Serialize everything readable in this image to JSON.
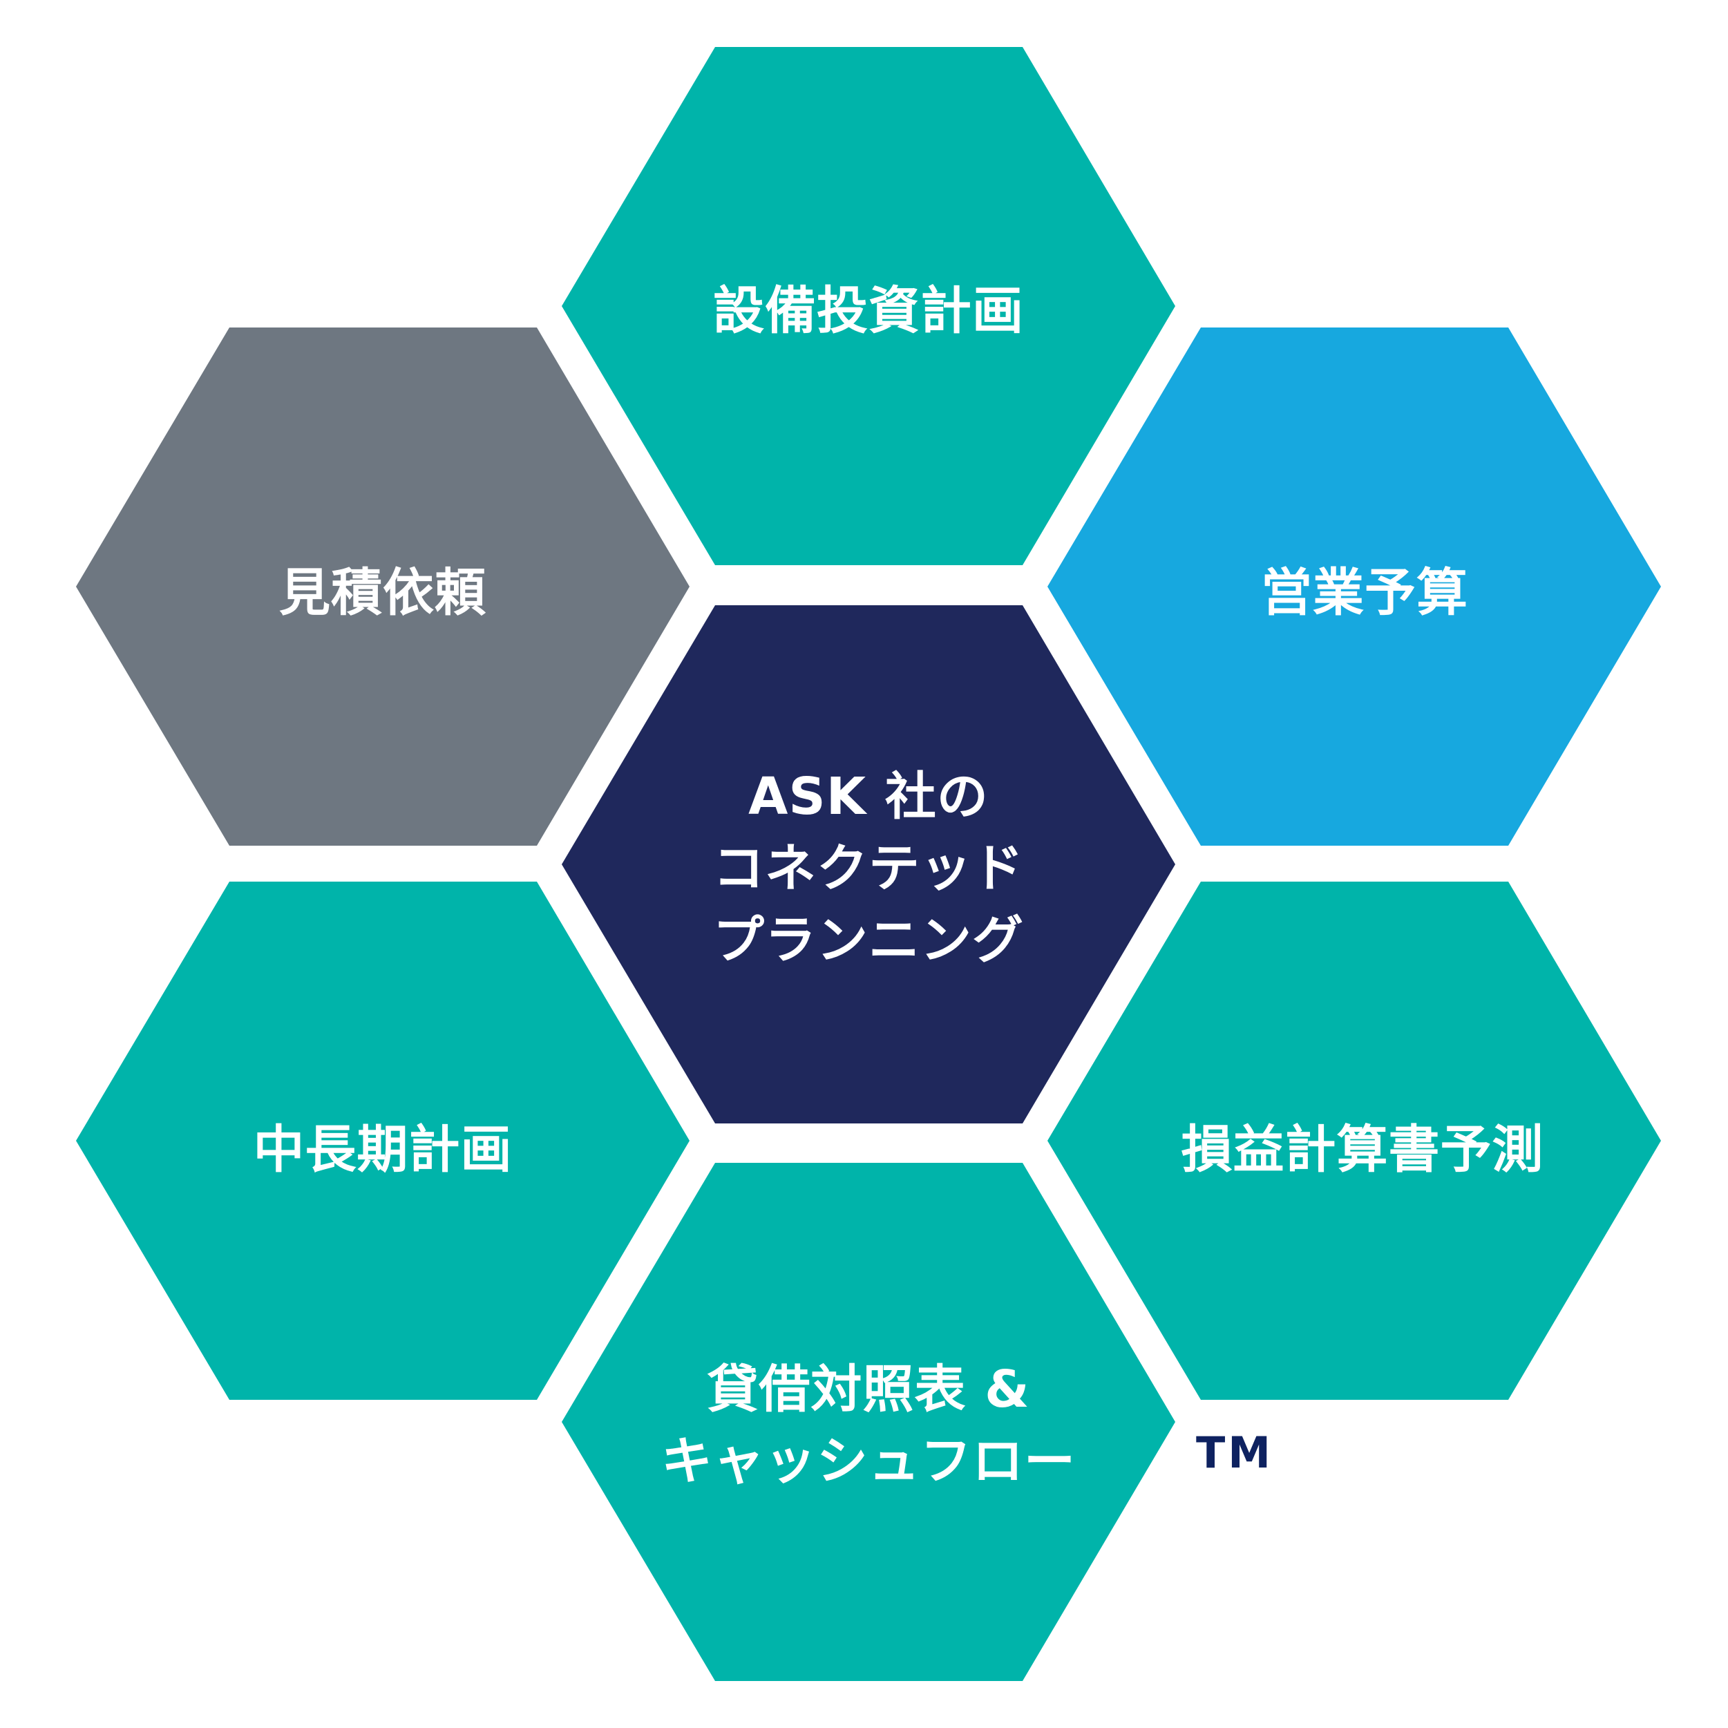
{
  "diagram": {
    "type": "hexagon-honeycomb",
    "center": {
      "lines": [
        "ASK 社の",
        "コネクテッド",
        "プランニング"
      ],
      "color": "#1F285C"
    },
    "petals": [
      {
        "position": "top",
        "lines": [
          "設備投資計画"
        ],
        "color": "#00B4AA"
      },
      {
        "position": "upper-right",
        "lines": [
          "営業予算"
        ],
        "color": "#17A8DF"
      },
      {
        "position": "lower-right",
        "lines": [
          "損益計算書予測"
        ],
        "color": "#00B4AA"
      },
      {
        "position": "bottom",
        "lines": [
          "貸借対照表 &",
          "キャッシュフロー"
        ],
        "color": "#00B4AA"
      },
      {
        "position": "lower-left",
        "lines": [
          "中長期計画"
        ],
        "color": "#00B4AA"
      },
      {
        "position": "upper-left",
        "lines": [
          "見積依頼"
        ],
        "color": "#6E7781"
      }
    ],
    "trademark": "TM",
    "trademark_color": "#0E2260"
  }
}
